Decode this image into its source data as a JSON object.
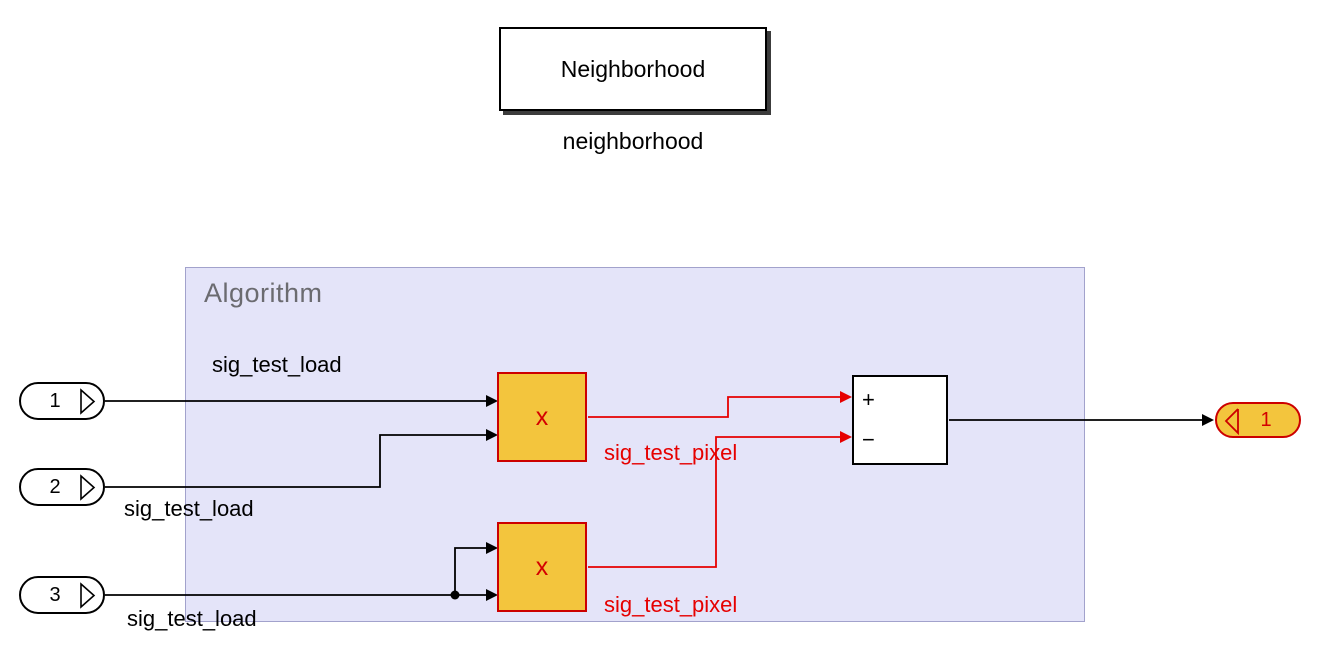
{
  "diagram": {
    "neighborhood_block": {
      "label": "Neighborhood",
      "caption": "neighborhood"
    },
    "algorithm_area": {
      "label": "Algorithm"
    },
    "inports": [
      {
        "id": "1"
      },
      {
        "id": "2"
      },
      {
        "id": "3"
      }
    ],
    "outport": {
      "id": "1"
    },
    "multiply_blocks": [
      {
        "label": "x"
      },
      {
        "label": "x"
      }
    ],
    "sum_block": {
      "plus": "+",
      "minus": "−"
    },
    "signal_labels": {
      "load1": "sig_test_load",
      "load2": "sig_test_load",
      "load3": "sig_test_load",
      "pixel1": "sig_test_pixel",
      "pixel2": "sig_test_pixel"
    },
    "colors": {
      "highlight_fill": "#F3C53D",
      "highlight_border": "#CC0000",
      "signal_red": "#E60000",
      "area_fill": "#E4E4F9",
      "area_border": "#A2A2CC",
      "line_black": "#000000"
    }
  }
}
